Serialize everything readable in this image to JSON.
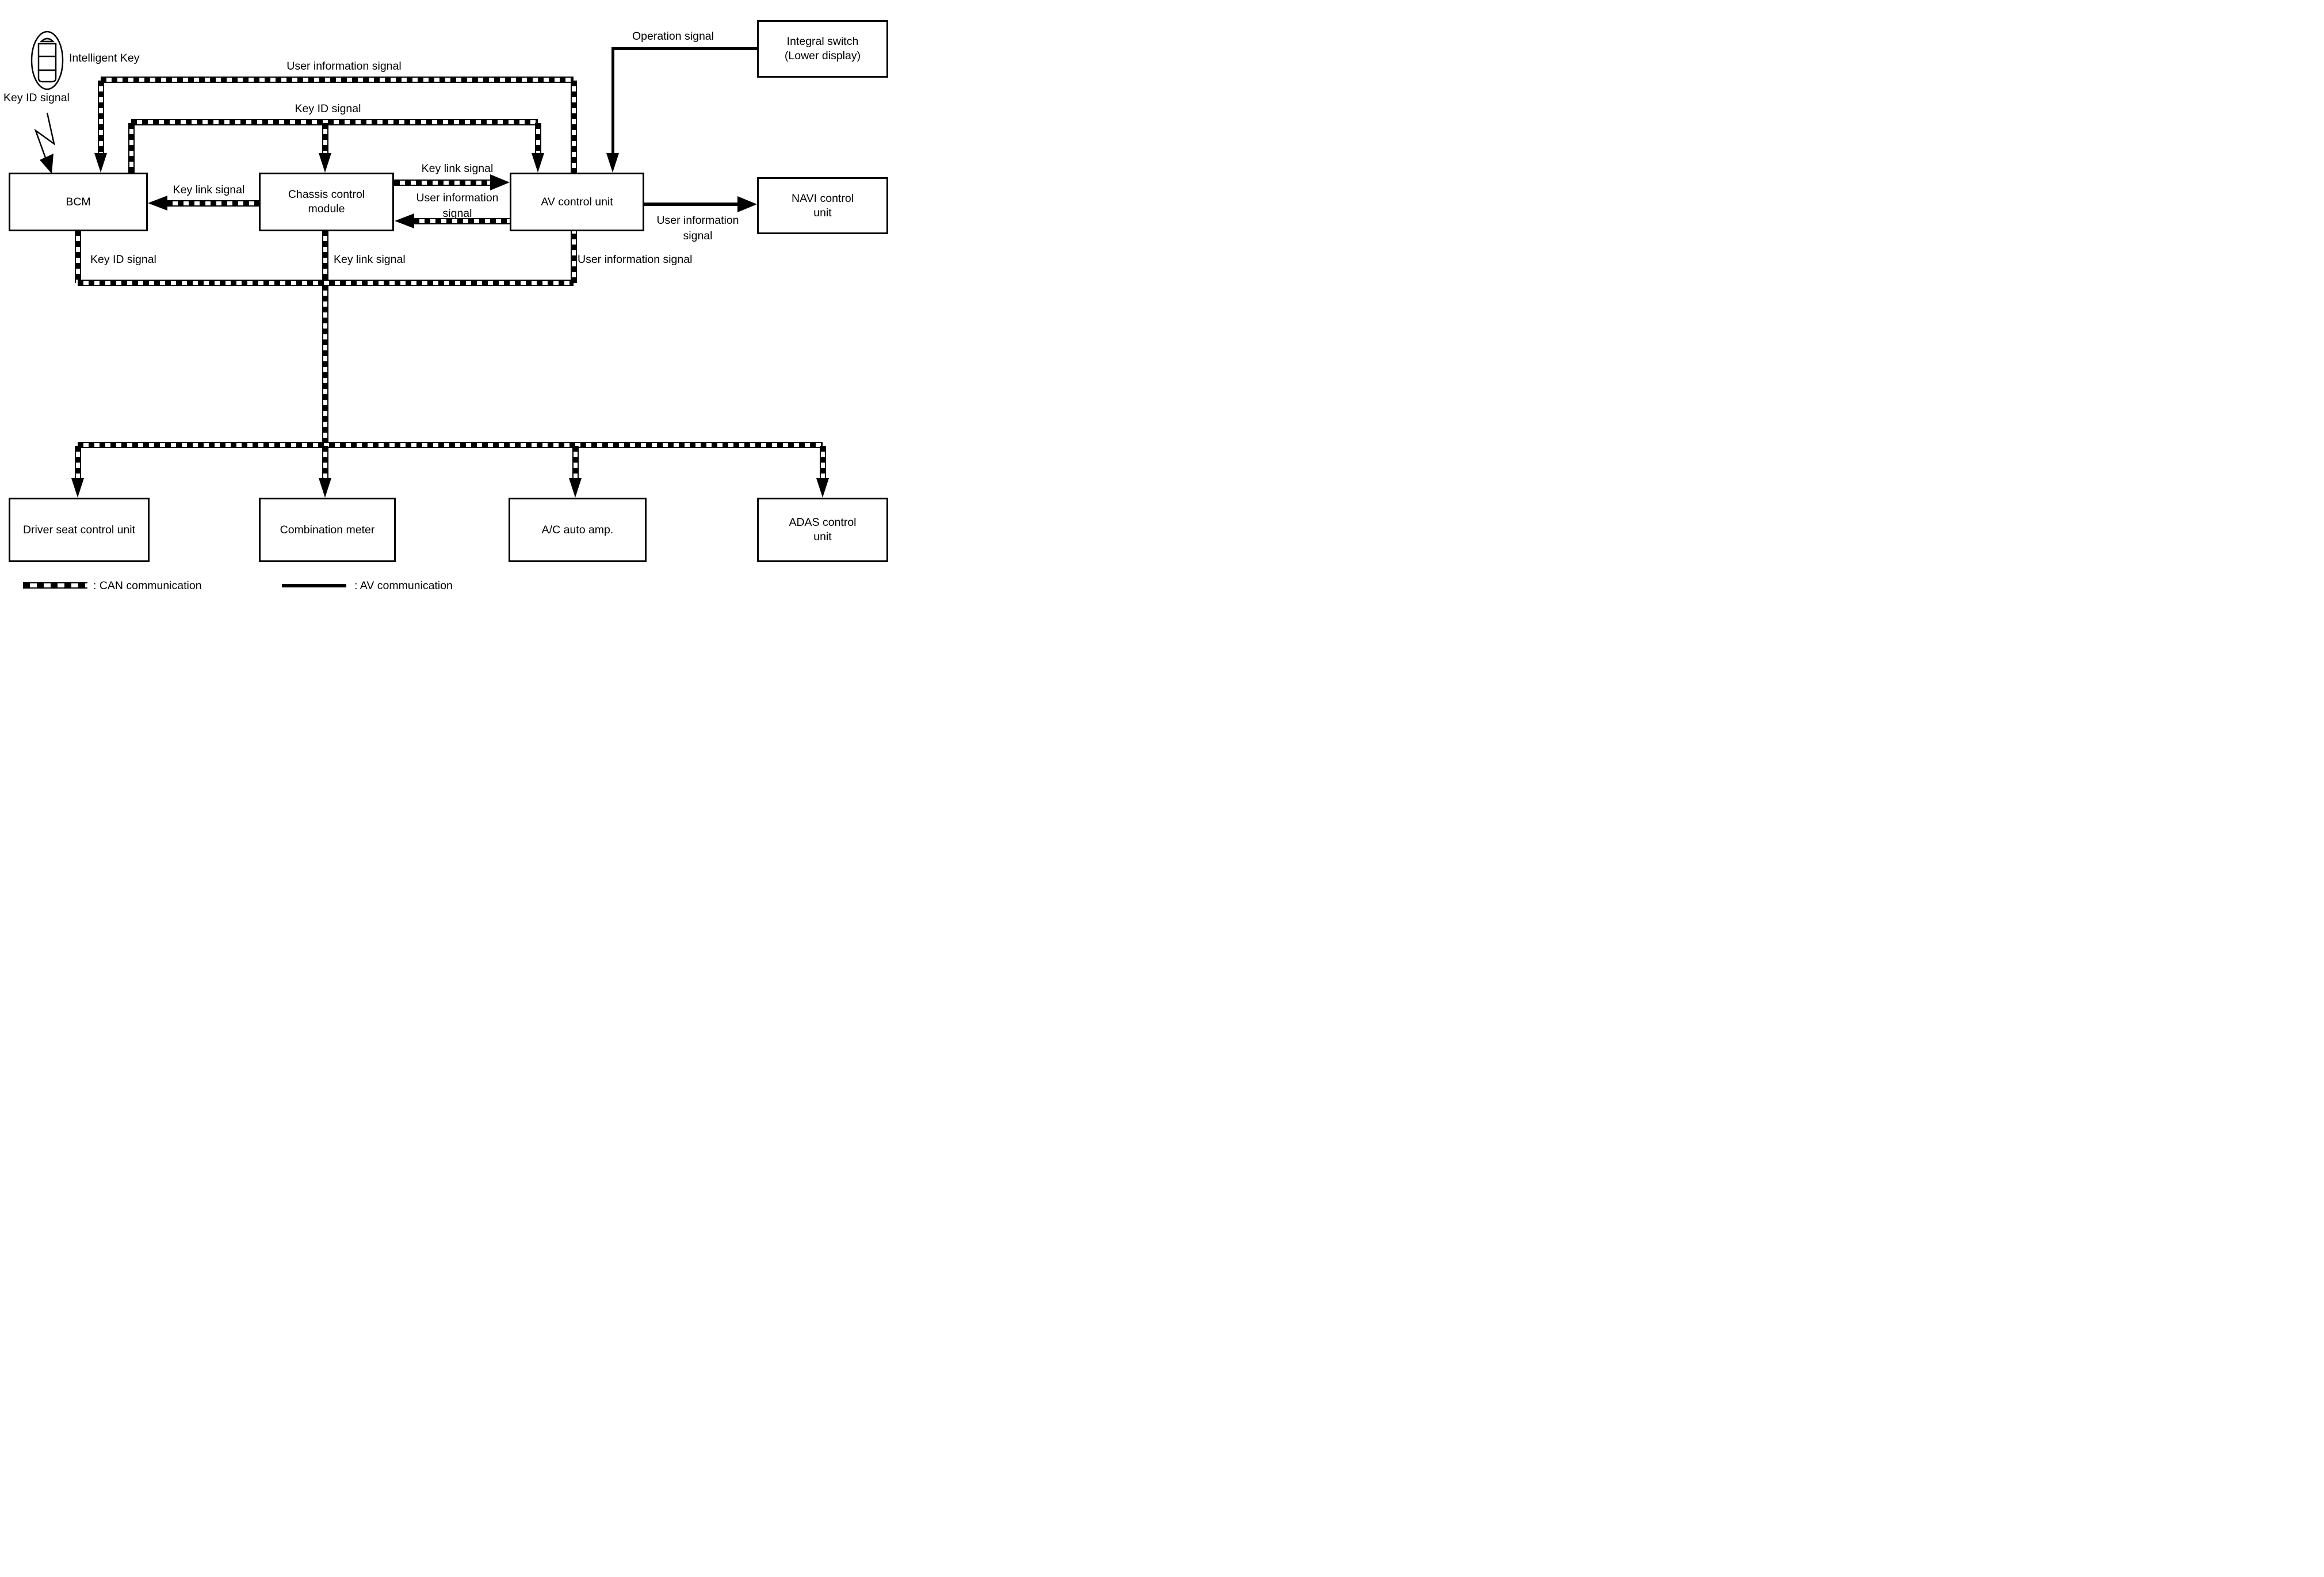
{
  "intelligent_key": {
    "label": "Intelligent Key",
    "annotation": "Key ID signal"
  },
  "nodes": {
    "bcm": "BCM",
    "chassis": "Chassis control module",
    "av": "AV control unit",
    "navi": "NAVI control unit",
    "integral": "Integral switch (Lower display)",
    "driver_seat": "Driver seat control unit",
    "combination": "Combination meter",
    "ac": "A/C auto amp.",
    "adas": "ADAS control unit"
  },
  "signals": {
    "user_info_top": "User information signal",
    "key_id_top": "Key ID signal",
    "operation": "Operation signal",
    "key_link_to_bcm": "Key link signal",
    "key_link_chassis_av": "Key link signal",
    "user_info_chassis_av": "User information signal",
    "user_info_av_navi": "User information signal",
    "key_id_bus": "Key ID signal",
    "key_link_bus": "Key link signal",
    "user_info_bus": "User information signal"
  },
  "legend": {
    "can": ": CAN communication",
    "av": ": AV communication"
  },
  "colors": {
    "line": "#000000",
    "background": "#ffffff"
  }
}
